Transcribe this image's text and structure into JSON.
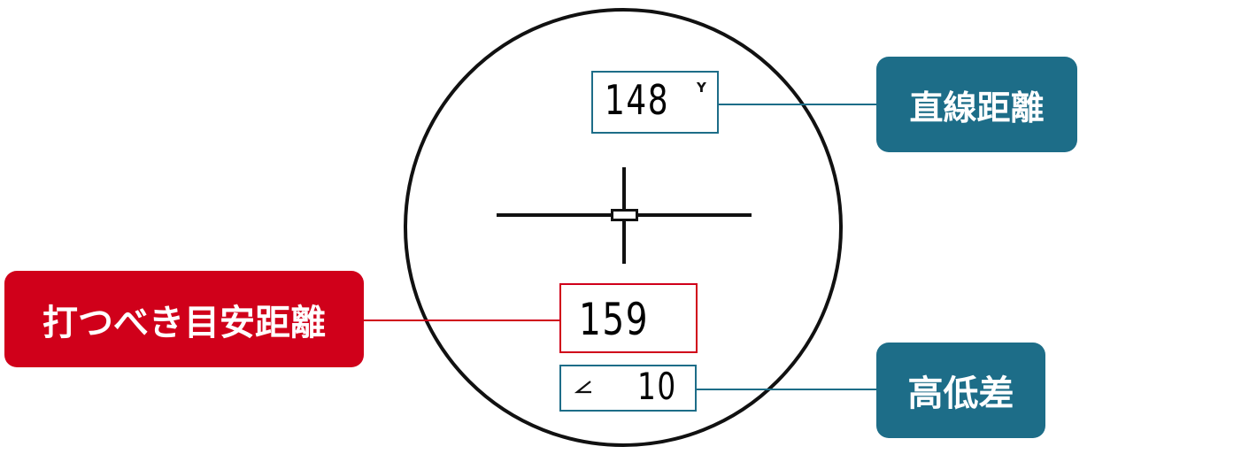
{
  "display": {
    "straight_distance": "148",
    "straight_unit": "Y",
    "target_distance": "159",
    "elevation": "10"
  },
  "labels": {
    "straight_distance": "直線距離",
    "target_distance": "打つべき目安距離",
    "elevation": "高低差"
  },
  "colors": {
    "callout_blue": "#1d6d88",
    "callout_red": "#d0001a",
    "scope_line": "#111111"
  },
  "icons": {
    "elevation": "angle-icon"
  }
}
